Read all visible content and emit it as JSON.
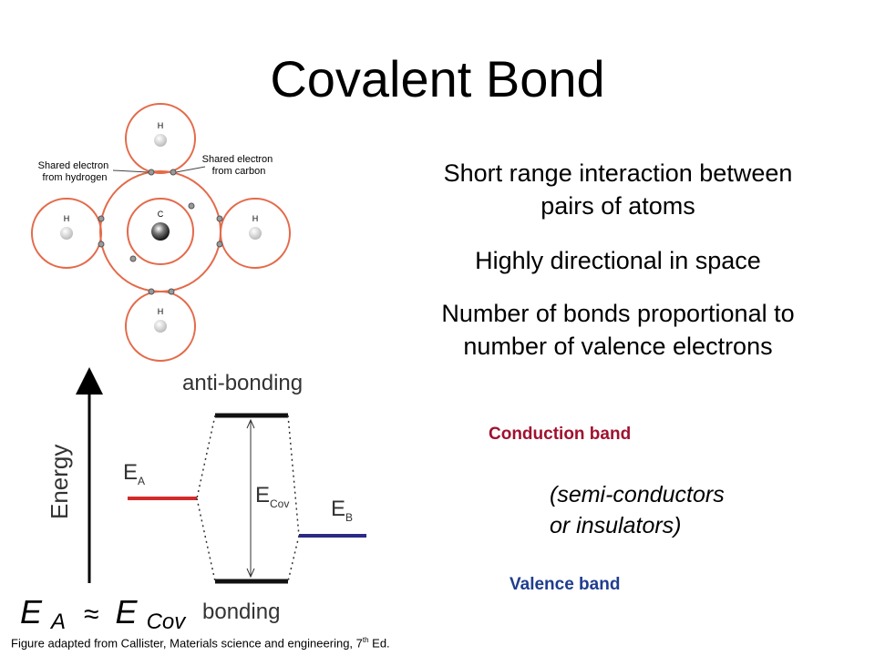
{
  "title": "Covalent Bond",
  "bullets": {
    "b1_line1": "Short range interaction between",
    "b1_line2": "pairs of atoms",
    "b2": "Highly directional in space",
    "b3_line1": "Number of bonds proportional to",
    "b3_line2": "number of valence electrons"
  },
  "molecule": {
    "shared_h_line1": "Shared electron",
    "shared_h_line2": "from hydrogen",
    "shared_c_line1": "Shared electron",
    "shared_c_line2": "from carbon",
    "center_atom": "C",
    "outer_atom": "H"
  },
  "energy_diagram": {
    "axis_label": "Energy",
    "anti_bonding": "anti-bonding",
    "bonding": "bonding",
    "ea": "E",
    "ea_sub": "A",
    "eb": "E",
    "eb_sub": "B",
    "ecov": "E",
    "ecov_sub": "Cov",
    "level_a_color": "#d22b2b",
    "level_b_color": "#2b2a86"
  },
  "equation": {
    "lhs": "E",
    "lhs_sub": "A",
    "approx": "≈",
    "rhs": "E",
    "rhs_sub": "Cov"
  },
  "bands": {
    "conduction": "Conduction band",
    "valence": "Valence band",
    "note_line1": "(semi-conductors",
    "note_line2": "or insulators)"
  },
  "caption": {
    "text": "Figure adapted from Callister, Materials science and engineering, 7",
    "sup": "th",
    "tail": " Ed."
  }
}
